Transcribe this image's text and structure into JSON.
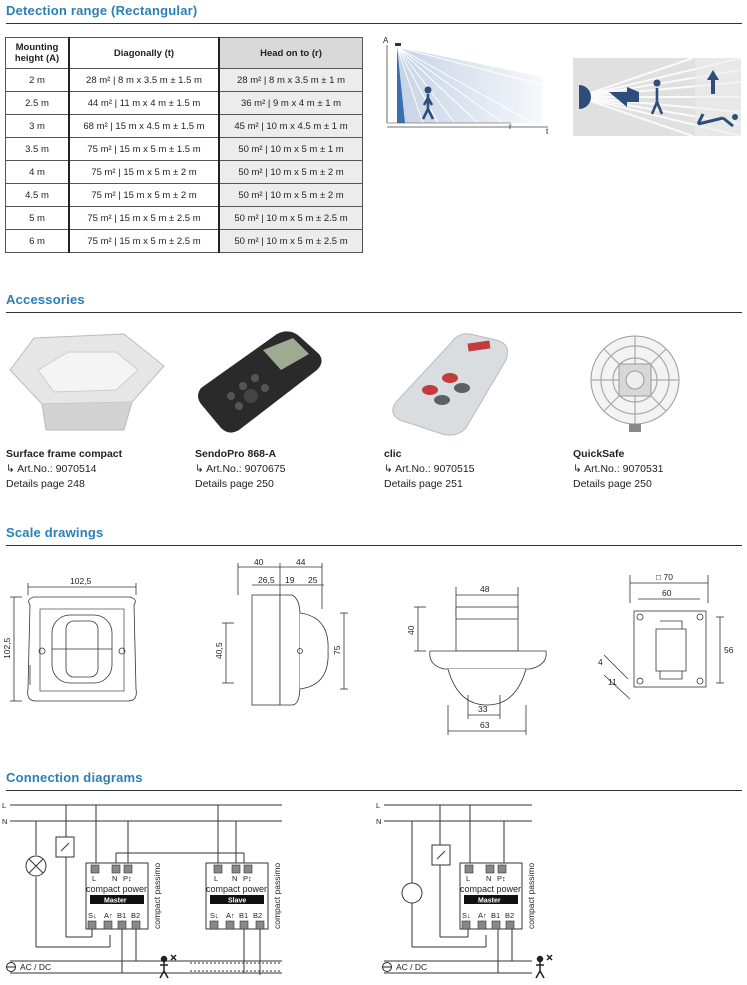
{
  "sections": {
    "detection": "Detection range (Rectangular)",
    "accessories": "Accessories",
    "scale": "Scale drawings",
    "connection": "Connection diagrams"
  },
  "table": {
    "headers": [
      "Mounting height (A)",
      "Diagonally (t)",
      "Head on to (r)"
    ],
    "rows": [
      [
        "2 m",
        "28 m² | 8 m x 3.5 m ± 1.5 m",
        "28 m² | 8 m x 3.5 m ± 1 m"
      ],
      [
        "2.5 m",
        "44 m² | 11 m x 4 m ± 1.5 m",
        "36 m² | 9 m x 4 m ± 1 m"
      ],
      [
        "3 m",
        "68 m² | 15 m x 4.5 m ± 1.5 m",
        "45 m² | 10 m x 4.5 m ± 1 m"
      ],
      [
        "3.5 m",
        "75 m² | 15 m x 5 m ± 1.5 m",
        "50 m² | 10 m x 5 m ± 1 m"
      ],
      [
        "4 m",
        "75 m² | 15 m x 5 m ± 2 m",
        "50 m² | 10 m x 5 m ± 2 m"
      ],
      [
        "4.5 m",
        "75 m² | 15 m x 5 m ± 2 m",
        "50 m² | 10 m x 5 m ± 2 m"
      ],
      [
        "5 m",
        "75 m² | 15 m x 5 m ± 2.5 m",
        "50 m² | 10 m x 5 m ± 2.5 m"
      ],
      [
        "6 m",
        "75 m² | 15 m x 5 m ± 2.5 m",
        "50 m² | 10 m x 5 m ± 2.5 m"
      ]
    ]
  },
  "range_diagram": {
    "a": "A",
    "r": "r",
    "t": "t"
  },
  "accessories": [
    {
      "name": "Surface frame compact",
      "art": "↳ Art.No.: 9070514",
      "details": "Details page 248"
    },
    {
      "name": "SendoPro 868-A",
      "art": "↳ Art.No.: 9070675",
      "details": "Details page 250"
    },
    {
      "name": "clic",
      "art": "↳ Art.No.: 9070515",
      "details": "Details page 251"
    },
    {
      "name": "QuickSafe",
      "art": "↳ Art.No.: 9070531",
      "details": "Details page 250"
    }
  ],
  "dims": {
    "d1_w": "102,5",
    "d1_h": "102,5",
    "d2_40": "40",
    "d2_44": "44",
    "d2_265": "26,5",
    "d2_19": "19",
    "d2_25": "25",
    "d2_405": "40,5",
    "d2_75": "75",
    "d3_48": "48",
    "d3_40": "40",
    "d3_33": "33",
    "d3_63": "63",
    "d4_70": "□ 70",
    "d4_60": "60",
    "d4_56": "56",
    "d4_4": "4",
    "d4_11": "11"
  },
  "wiring": {
    "l": "L",
    "n": "N",
    "pin_l": "L",
    "pin_n": "N",
    "pin_p": "P↕",
    "pin_s": "S↓",
    "pin_a": "A↑",
    "pin_b1": "B1",
    "pin_b2": "B2",
    "device": "compact power",
    "master": "Master",
    "slave": "Slave",
    "side": "compact passimo",
    "acdc": "AC / DC"
  },
  "colors": {
    "heading": "#2a7fb6",
    "cone": "#3a6fb0"
  }
}
